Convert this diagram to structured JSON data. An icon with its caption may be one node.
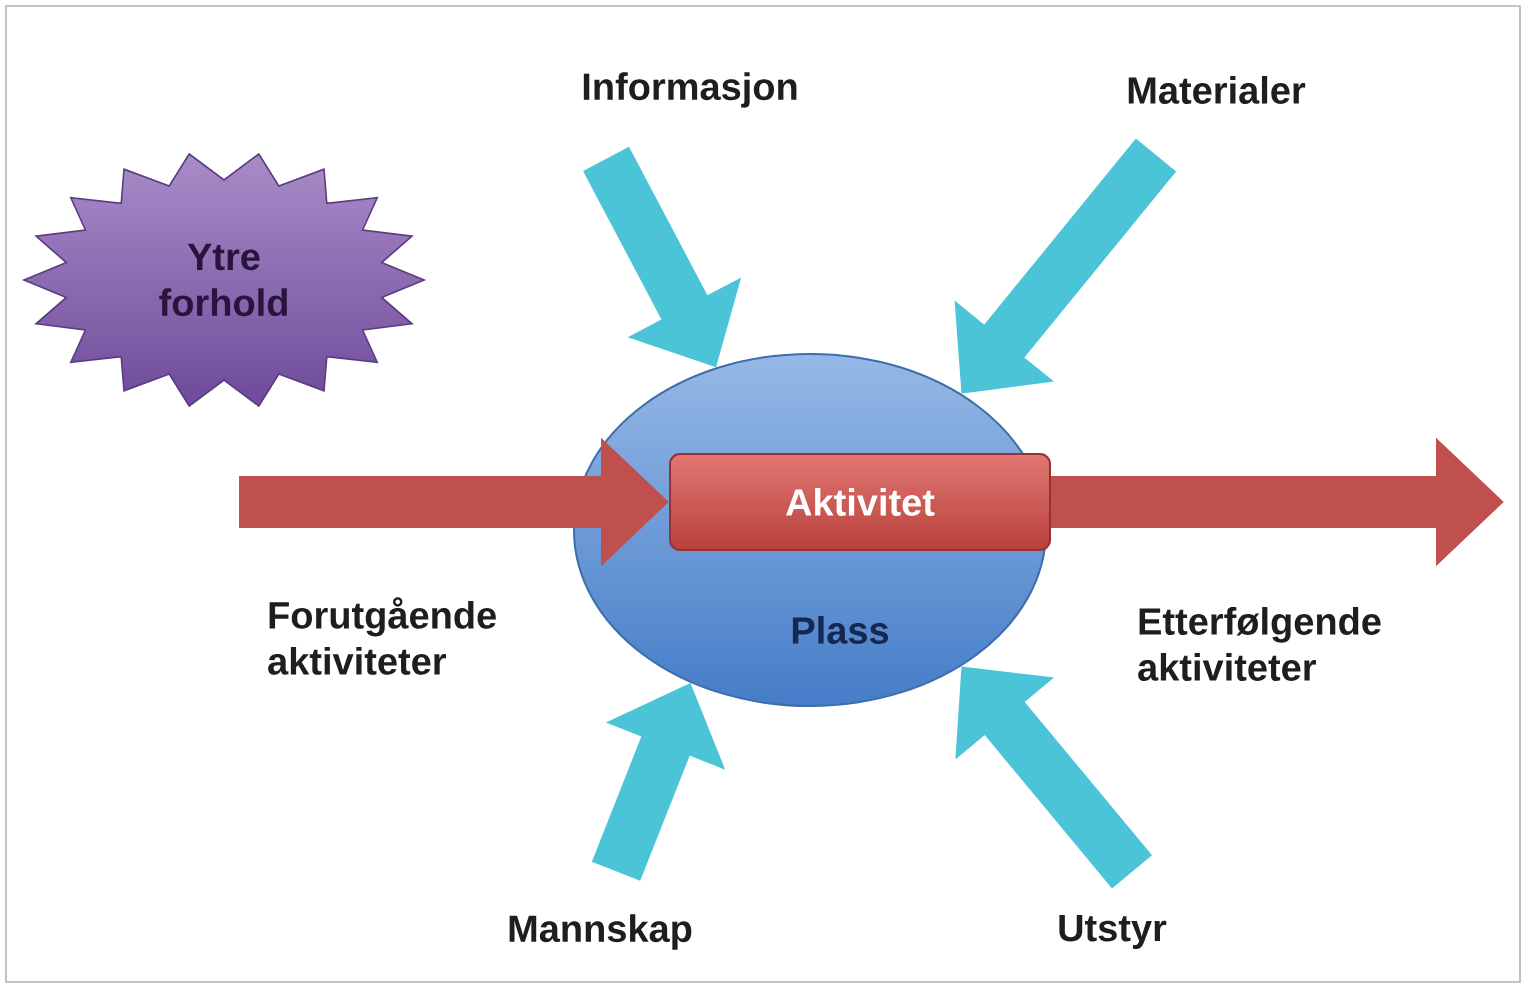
{
  "diagram": {
    "nodes": [
      {
        "text": [
          "Plass"
        ]
      },
      {
        "text": [
          "Aktivitet"
        ],
        "in": 0
      },
      {
        "text": [
          "Ytre forhold"
        ]
      },
      {
        "text": [
          "Informasjon"
        ]
      },
      {
        "text": [
          "Materialer"
        ]
      },
      {
        "text": [
          "Mannskap"
        ]
      },
      {
        "text": [
          "Utstyr"
        ]
      }
    ],
    "edges": [
      {
        "from": 3,
        "to": 0,
        "arrow": "to"
      },
      {
        "from": 4,
        "to": 0,
        "arrow": "to"
      },
      {
        "from": 5,
        "to": 0,
        "arrow": "to"
      },
      {
        "from": 6,
        "to": 0,
        "arrow": "to"
      },
      {
        "from": null,
        "to": 1,
        "arrow": "to",
        "color": "#c0504d"
      },
      {
        "from": 1,
        "to": null,
        "arrow": "to",
        "color": "#c0504d"
      }
    ],
    "labels": [
      "Forutgående aktiviteter",
      "Etterfølgende aktiviteter"
    ]
  }
}
